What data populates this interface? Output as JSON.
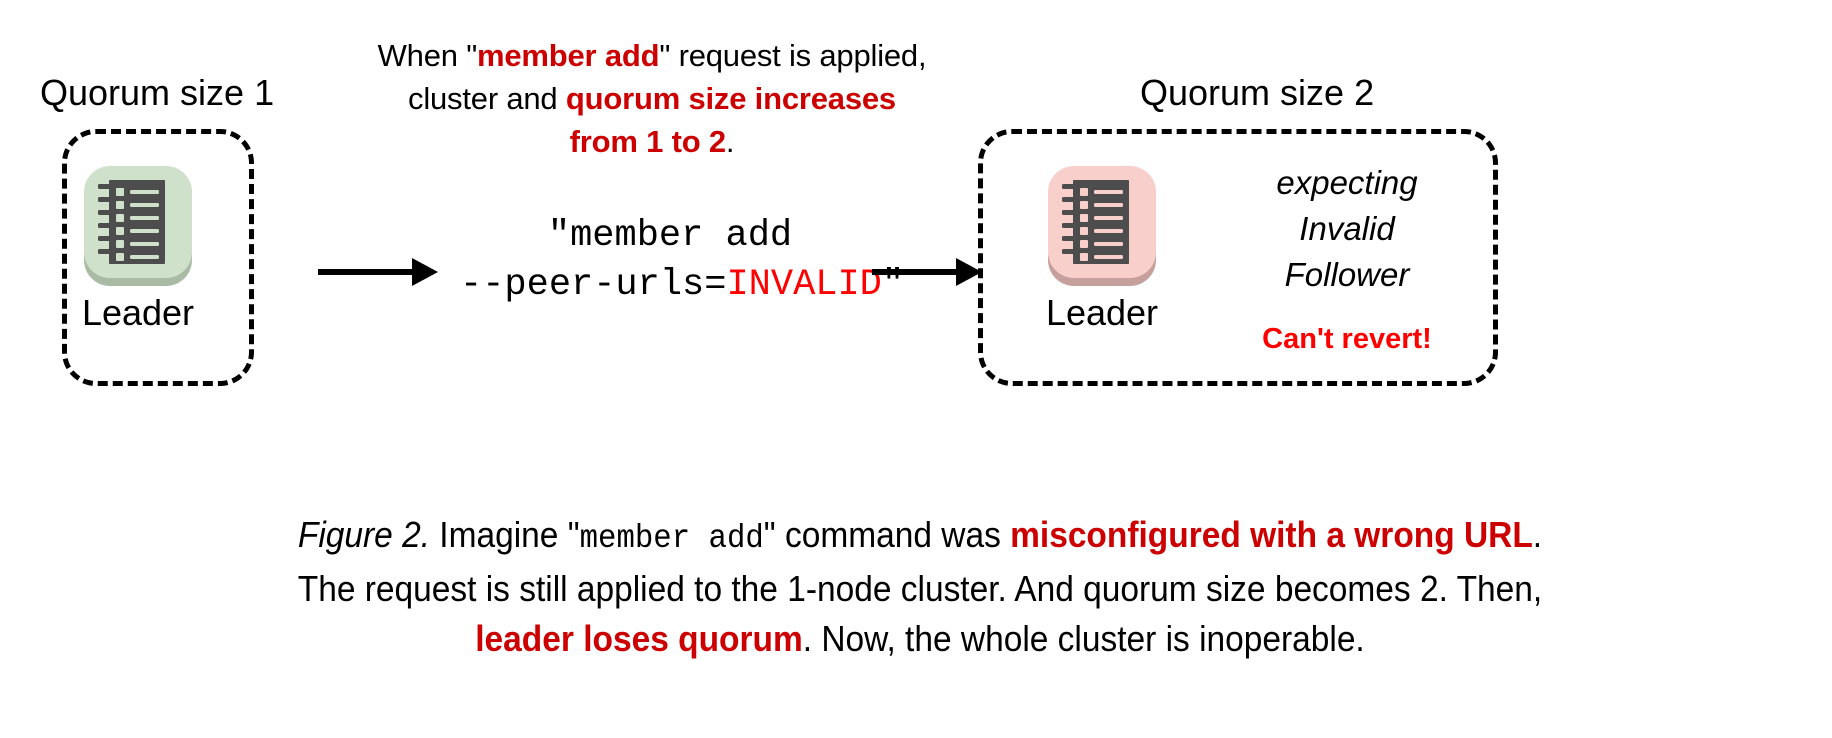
{
  "figure": {
    "colors": {
      "dark_red": "#CC0000",
      "bright_red": "#FF0000",
      "leader_green": "#CFE0CB",
      "leader_green_shadow": "#A9BBA5",
      "leader_pink": "#F8CFCB",
      "leader_pink_shadow": "#C6A09C",
      "rack_gray": "#4D4D4D",
      "outline": "#000000"
    },
    "top_note": {
      "line1_part1": "When \"",
      "line1_emphasis": "member add",
      "line1_part2": "\" request is applied,",
      "line2_part1": "cluster and ",
      "line2_emphasis": "quorum size increases",
      "line3_emphasis": "from 1 to 2",
      "line3_part2": "."
    },
    "left_cluster": {
      "title": "Quorum size 1",
      "node_label": "Leader",
      "icon_name": "server-rack-icon"
    },
    "right_cluster": {
      "title": "Quorum size 2",
      "node_label": "Leader",
      "icon_name": "server-rack-icon",
      "expecting_line1": "expecting",
      "expecting_line2": "Invalid",
      "expecting_line3": "Follower",
      "warning": "Can't revert!"
    },
    "command": {
      "line1": "\"member add",
      "line2_prefix": "--peer-urls=",
      "line2_invalid": "INVALID",
      "line2_suffix": "\""
    },
    "arrows": {
      "arrow1_name": "arrow-leader-to-command",
      "arrow2_name": "arrow-command-to-cluster"
    },
    "caption": {
      "label": "Figure 2.",
      "seg1": " Imagine \"",
      "mono1": "member add",
      "seg2": "\" command was ",
      "emph1": "misconfigured with a wrong URL",
      "seg3": ".",
      "line2": "The request is still applied to the 1-node cluster. And quorum size becomes 2. Then,",
      "emph2": "leader loses quorum",
      "seg4": ". Now, the whole cluster is inoperable."
    }
  }
}
